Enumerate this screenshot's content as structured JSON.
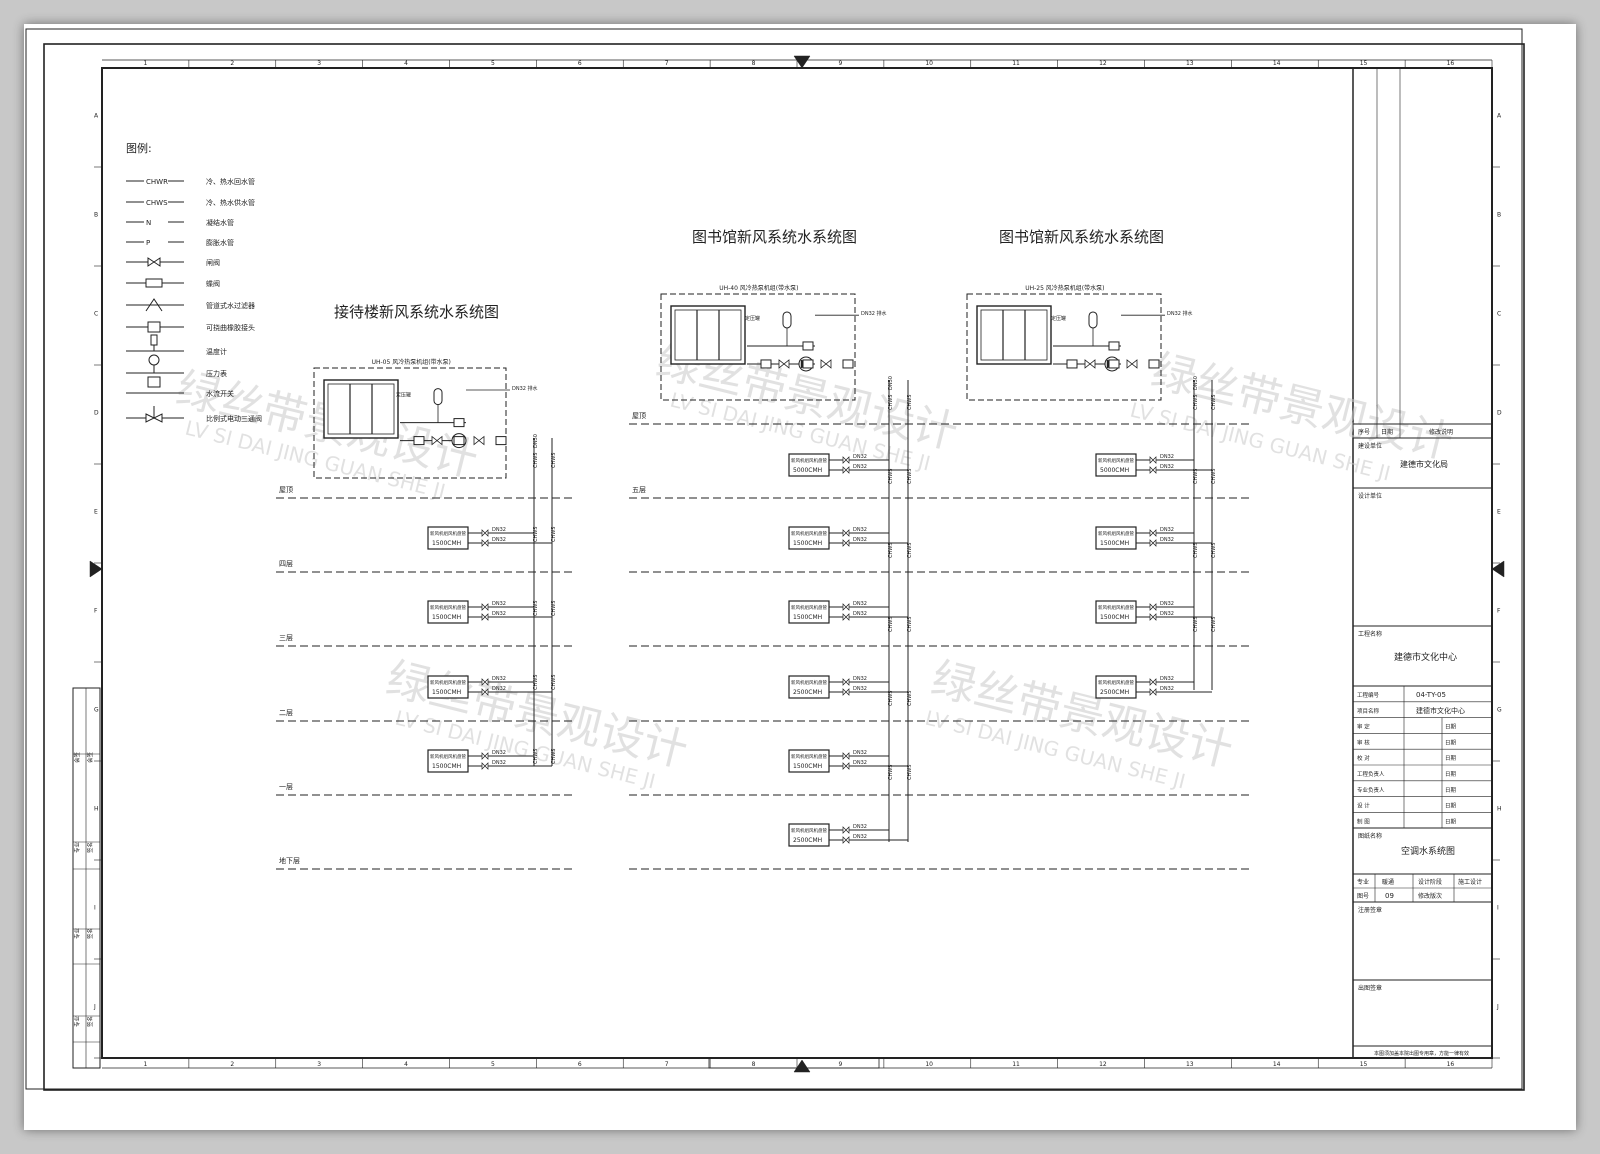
{
  "titles": {
    "reception": "接待楼新风系统水系统图",
    "library_a": "图书馆新风系统水系统图",
    "library_b": "图书馆新风系统水系统图"
  },
  "legend": {
    "heading": "图例:",
    "items": [
      {
        "sym": "CHWR",
        "desc": "冷、热水回水管"
      },
      {
        "sym": "CHWS",
        "desc": "冷、热水供水管"
      },
      {
        "sym": "N",
        "desc": "凝结水管"
      },
      {
        "sym": "P",
        "desc": "膨胀水管"
      },
      {
        "sym": "",
        "desc": "闸阀"
      },
      {
        "sym": "",
        "desc": "蝶阀"
      },
      {
        "sym": "",
        "desc": "管道式水过滤器"
      },
      {
        "sym": "",
        "desc": "可挠曲橡胶接头"
      },
      {
        "sym": "",
        "desc": "温度计"
      },
      {
        "sym": "",
        "desc": "压力表"
      },
      {
        "sym": "",
        "desc": "水流开关"
      },
      {
        "sym": "",
        "desc": "比例式电动三通阀"
      }
    ]
  },
  "units": {
    "reception": {
      "label": "UH-05  风冷热泵机组(带水泵)",
      "pipe": "DN32 排水"
    },
    "library_a": {
      "label": "UH-40  风冷热泵机组(带水泵)",
      "pipe": "DN32 排水"
    },
    "library_b": {
      "label": "UH-25  风冷热泵机组(带水泵)",
      "pipe": "DN32 排水"
    }
  },
  "common": {
    "expansion_tank": "定压罐",
    "ahu_name": "新风机组风机盘管",
    "dn_supply": "DN32",
    "dn_return": "DN32",
    "riser": "CHWS",
    "riser_main": "DN50"
  },
  "floors_reception": [
    "屋顶",
    "四层",
    "三层",
    "二层",
    "一层",
    "地下层"
  ],
  "floors_library": [
    "屋顶",
    "五层"
  ],
  "ahus_reception": [
    "1500CMH",
    "1500CMH",
    "1500CMH",
    "1500CMH"
  ],
  "ahus_library_a": [
    "5000CMH",
    "1500CMH",
    "1500CMH",
    "2500CMH",
    "1500CMH",
    "2500CMH"
  ],
  "ahus_library_b": [
    "5000CMH",
    "1500CMH",
    "1500CMH",
    "2500CMH"
  ],
  "watermark": {
    "cn": "绿丝带景观设计",
    "en": "LV SI DAI JING GUAN SHE JI"
  },
  "grid": {
    "cols": [
      "1",
      "2",
      "3",
      "4",
      "5",
      "6",
      "7",
      "8",
      "9",
      "10",
      "11",
      "12",
      "13",
      "14",
      "15",
      "16"
    ],
    "rows": [
      "A",
      "B",
      "C",
      "D",
      "E",
      "F",
      "G",
      "H",
      "I",
      "J"
    ]
  },
  "title_block": {
    "rev_headers": [
      "序号",
      "日期",
      "修改说明"
    ],
    "client_label": "建设单位",
    "client": "建德市文化局",
    "designer_label": "设计单位",
    "project_label": "工程名称",
    "project": "建德市文化中心",
    "rows": [
      {
        "k": "工程编号",
        "v": "04-TY-05"
      },
      {
        "k": "项目名称",
        "v": "建德市文化中心"
      },
      {
        "k": "审  定",
        "v": "日期"
      },
      {
        "k": "审  核",
        "v": "日期"
      },
      {
        "k": "校  对",
        "v": "日期"
      },
      {
        "k": "工程负责人",
        "v": "日期"
      },
      {
        "k": "专业负责人",
        "v": "日期"
      },
      {
        "k": "设  计",
        "v": "日期"
      },
      {
        "k": "制  图",
        "v": "日期"
      }
    ],
    "drawing_label": "图纸名称",
    "drawing_name": "空调水系统图",
    "meta": [
      "专业",
      "暖通",
      "设计阶段",
      "施工设计",
      "图号",
      "09",
      "修改版次"
    ],
    "notes1": "注册签章",
    "notes2": "出图签章",
    "footer": "本图须加盖本院出图专用章，方能一律有效"
  },
  "sidebar_cells": [
    "会签",
    "会签",
    "专业",
    "签名",
    "专业",
    "签名",
    "专业",
    "签名"
  ]
}
